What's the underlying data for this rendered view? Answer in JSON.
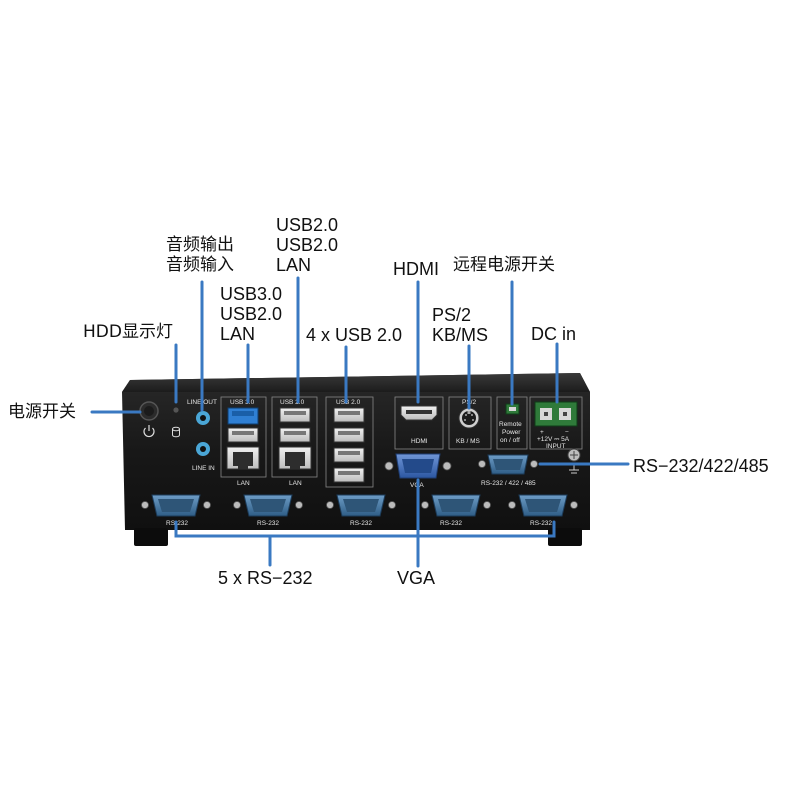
{
  "callouts": {
    "power_switch": "电源开关",
    "hdd_led": "HDD显示灯",
    "audio": [
      "音频输出",
      "音频输入"
    ],
    "usb_lan_1": [
      "USB3.0",
      "USB2.0",
      "LAN"
    ],
    "usb_lan_2": [
      "USB2.0",
      "USB2.0",
      "LAN"
    ],
    "usb_4x": "4 x USB 2.0",
    "hdmi": "HDMI",
    "ps2": [
      "PS/2",
      "KB/MS"
    ],
    "remote_power": "远程电源开关",
    "dc_in": "DC in",
    "serial_multi": "RS−232/422/485",
    "serial_5x": "5 x RS−232",
    "vga": "VGA"
  },
  "panel": {
    "line_out": "LINE OUT",
    "line_in": "LINE IN",
    "usb3": "USB 3.0",
    "usb2_a": "USB 2.0",
    "usb2_b": "USB 2.0",
    "lan_a": "LAN",
    "lan_b": "LAN",
    "hdmi": "HDMI",
    "ps2": "PS/2",
    "kbms": "KB / MS",
    "remote": [
      "Remote",
      "Power",
      "on / off"
    ],
    "dc_plus": "+",
    "dc_minus": "−",
    "dc_rating": "+12V ⎓ 5A",
    "dc_input": "INPUT",
    "vga": "VGA",
    "rs_multi": "RS-232 / 422 / 485",
    "rs232": [
      "RS-232",
      "RS-232",
      "RS-232",
      "RS-232",
      "RS-232"
    ]
  },
  "colors": {
    "chassis": "#1a1a1a",
    "usb3_blue": "#2f7fd3",
    "audio_blue": "#4aa6d6",
    "vga_blue": "#3d6cb4",
    "serial_blue": "#3e6d95",
    "remote_green": "#2f7a3a",
    "callout_line": "#3a79c2"
  }
}
